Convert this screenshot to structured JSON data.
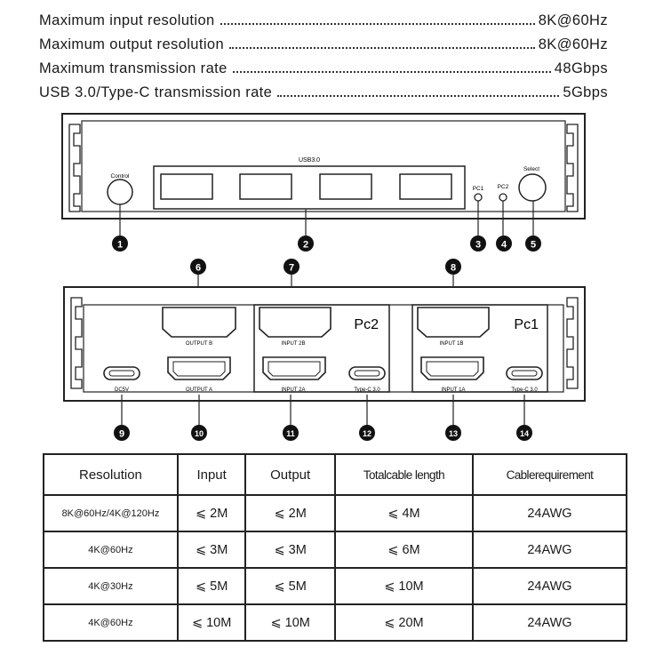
{
  "specs": [
    {
      "label": "Maximum input resolution",
      "value": "8K@60Hz"
    },
    {
      "label": "Maximum output resolution",
      "value": "8K@60Hz"
    },
    {
      "label": "Maximum transmission rate",
      "value": "48Gbps"
    },
    {
      "label": "USB 3.0/Type-C transmission rate",
      "value": "5Gbps"
    }
  ],
  "front_panel": {
    "control": "Control",
    "usb": "USB3.0",
    "pc1": "PC1",
    "pc2": "PC2",
    "select": "Select"
  },
  "back_panel": {
    "output_b": "OUTPUT B",
    "output_a": "OUTPUT A",
    "dc": "DC5V",
    "pc2": "Pc2",
    "input_2b": "INPUT 2B",
    "input_2a": "INPUT 2A",
    "typec_2": "Type-C 3.0",
    "pc1": "Pc1",
    "input_1b": "INPUT 1B",
    "input_1a": "INPUT 1A",
    "typec_1": "Type-C 3.0"
  },
  "callouts": [
    "1",
    "2",
    "3",
    "4",
    "5",
    "6",
    "7",
    "8",
    "9",
    "10",
    "11",
    "12",
    "13",
    "14"
  ],
  "table": {
    "headers": [
      "Resolution",
      "Input",
      "Output",
      "Totalcable length",
      "Cablerequirement"
    ],
    "rows": [
      [
        "8K@60Hz/4K@120Hz",
        "⩽ 2M",
        "⩽ 2M",
        "⩽ 4M",
        "24AWG"
      ],
      [
        "4K@60Hz",
        "⩽ 3M",
        "⩽ 3M",
        "⩽ 6M",
        "24AWG"
      ],
      [
        "4K@30Hz",
        "⩽ 5M",
        "⩽ 5M",
        "⩽ 10M",
        "24AWG"
      ],
      [
        "4K@60Hz",
        "⩽ 10M",
        "⩽ 10M",
        "⩽ 20M",
        "24AWG"
      ]
    ]
  }
}
